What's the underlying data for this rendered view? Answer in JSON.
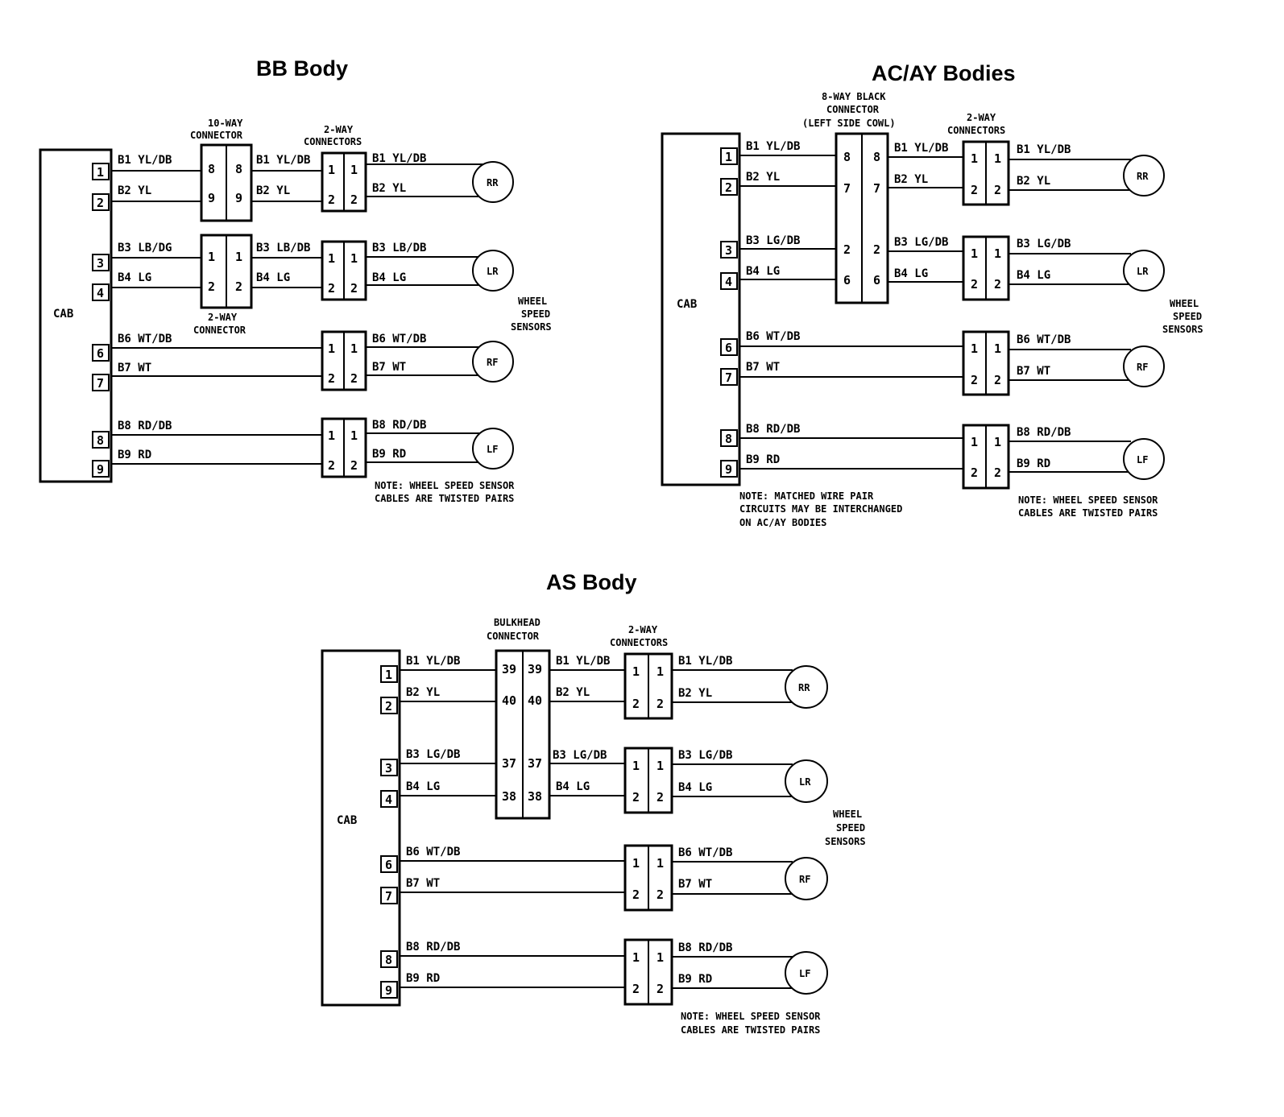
{
  "diagrams": [
    {
      "title": "BB Body",
      "cab_label": "CAB",
      "wheel_speed_label": [
        "WHEEL",
        "SPEED",
        "SENSORS"
      ],
      "note": [
        "NOTE: WHEEL SPEED SENSOR",
        "CABLES ARE TWISTED PAIRS"
      ],
      "middle_connectors": [
        {
          "label": [
            "10-WAY",
            "CONNECTOR"
          ],
          "pins": [
            "8",
            "9"
          ]
        },
        {
          "label": [
            "2-WAY",
            "CONNECTOR"
          ],
          "pins": [
            "1",
            "2"
          ]
        }
      ],
      "outer_connector_label": [
        "2-WAY",
        "CONNECTORS"
      ],
      "sensors": [
        {
          "name": "RR",
          "cab_pins": [
            "1",
            "2"
          ],
          "wires": [
            "B1 YL/DB",
            "B2 YL"
          ],
          "wires_mid": [
            "B1 YL/DB",
            "B2 YL"
          ],
          "wires_out": [
            "B1 YL/DB",
            "B2 YL"
          ]
        },
        {
          "name": "LR",
          "cab_pins": [
            "3",
            "4"
          ],
          "wires": [
            "B3 LB/DG",
            "B4 LG"
          ],
          "wires_mid": [
            "B3 LB/DB",
            "B4 LG"
          ],
          "wires_out": [
            "B3 LB/DB",
            "B4 LG"
          ]
        },
        {
          "name": "RF",
          "cab_pins": [
            "6",
            "7"
          ],
          "wires": [
            "B6 WT/DB",
            "B7 WT"
          ],
          "wires_out": [
            "B6 WT/DB",
            "B7 WT"
          ]
        },
        {
          "name": "LF",
          "cab_pins": [
            "8",
            "9"
          ],
          "wires": [
            "B8 RD/DB",
            "B9 RD"
          ],
          "wires_out": [
            "B8 RD/DB",
            "B9 RD"
          ]
        }
      ],
      "outer_pins": [
        "1",
        "2"
      ]
    },
    {
      "title": "AC/AY Bodies",
      "cab_label": "CAB",
      "wheel_speed_label": [
        "WHEEL",
        "SPEED",
        "SENSORS"
      ],
      "note": [
        "NOTE: WHEEL SPEED SENSOR",
        "CABLES ARE TWISTED PAIRS"
      ],
      "note2": [
        "NOTE: MATCHED WIRE PAIR",
        "CIRCUITS MAY BE INTERCHANGED",
        "ON AC/AY BODIES"
      ],
      "middle_connector": {
        "label": [
          "8-WAY BLACK",
          "CONNECTOR",
          "(LEFT SIDE COWL)"
        ],
        "pins": [
          "8",
          "7",
          "2",
          "6"
        ]
      },
      "outer_connector_label": [
        "2-WAY",
        "CONNECTORS"
      ],
      "sensors": [
        {
          "name": "RR",
          "cab_pins": [
            "1",
            "2"
          ],
          "wires": [
            "B1 YL/DB",
            "B2 YL"
          ],
          "wires_mid": [
            "B1 YL/DB",
            "B2 YL"
          ],
          "wires_out": [
            "B1 YL/DB",
            "B2 YL"
          ]
        },
        {
          "name": "LR",
          "cab_pins": [
            "3",
            "4"
          ],
          "wires": [
            "B3 LG/DB",
            "B4 LG"
          ],
          "wires_mid": [
            "B3 LG/DB",
            "B4 LG"
          ],
          "wires_out": [
            "B3 LG/DB",
            "B4 LG"
          ]
        },
        {
          "name": "RF",
          "cab_pins": [
            "6",
            "7"
          ],
          "wires": [
            "B6 WT/DB",
            "B7 WT"
          ],
          "wires_out": [
            "B6 WT/DB",
            "B7 WT"
          ]
        },
        {
          "name": "LF",
          "cab_pins": [
            "8",
            "9"
          ],
          "wires": [
            "B8 RD/DB",
            "B9 RD"
          ],
          "wires_out": [
            "B8 RD/DB",
            "B9 RD"
          ]
        }
      ],
      "outer_pins": [
        "1",
        "2"
      ]
    },
    {
      "title": "AS Body",
      "cab_label": "CAB",
      "wheel_speed_label": [
        "WHEEL",
        "SPEED",
        "SENSORS"
      ],
      "note": [
        "NOTE: WHEEL SPEED SENSOR",
        "CABLES ARE TWISTED PAIRS"
      ],
      "middle_connector": {
        "label": [
          "BULKHEAD",
          "CONNECTOR"
        ],
        "pins": [
          "39",
          "40",
          "37",
          "38"
        ]
      },
      "outer_connector_label": [
        "2-WAY",
        "CONNECTORS"
      ],
      "sensors": [
        {
          "name": "RR",
          "cab_pins": [
            "1",
            "2"
          ],
          "wires": [
            "B1 YL/DB",
            "B2 YL"
          ],
          "wires_mid": [
            "B1 YL/DB",
            "B2 YL"
          ],
          "wires_out": [
            "B1 YL/DB",
            "B2 YL"
          ]
        },
        {
          "name": "LR",
          "cab_pins": [
            "3",
            "4"
          ],
          "wires": [
            "B3 LG/DB",
            "B4 LG"
          ],
          "wires_mid": [
            "B3 LG/DB",
            "B4 LG"
          ],
          "wires_out": [
            "B3 LG/DB",
            "B4 LG"
          ]
        },
        {
          "name": "RF",
          "cab_pins": [
            "6",
            "7"
          ],
          "wires": [
            "B6 WT/DB",
            "B7 WT"
          ],
          "wires_out": [
            "B6 WT/DB",
            "B7 WT"
          ]
        },
        {
          "name": "LF",
          "cab_pins": [
            "8",
            "9"
          ],
          "wires": [
            "B8 RD/DB",
            "B9 RD"
          ],
          "wires_out": [
            "B8 RD/DB",
            "B9 RD"
          ]
        }
      ],
      "outer_pins": [
        "1",
        "2"
      ]
    }
  ]
}
